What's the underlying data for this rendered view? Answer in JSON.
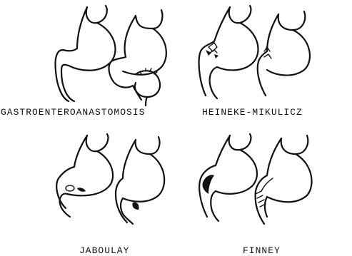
{
  "figure": {
    "panels": [
      {
        "id": "p1",
        "label": "GASTROENTEROANASTOMOSIS"
      },
      {
        "id": "p2",
        "label": "HEINEKE-MIKULICZ"
      },
      {
        "id": "p3",
        "label": "JABOULAY"
      },
      {
        "id": "p4",
        "label": "FINNEY"
      }
    ]
  }
}
